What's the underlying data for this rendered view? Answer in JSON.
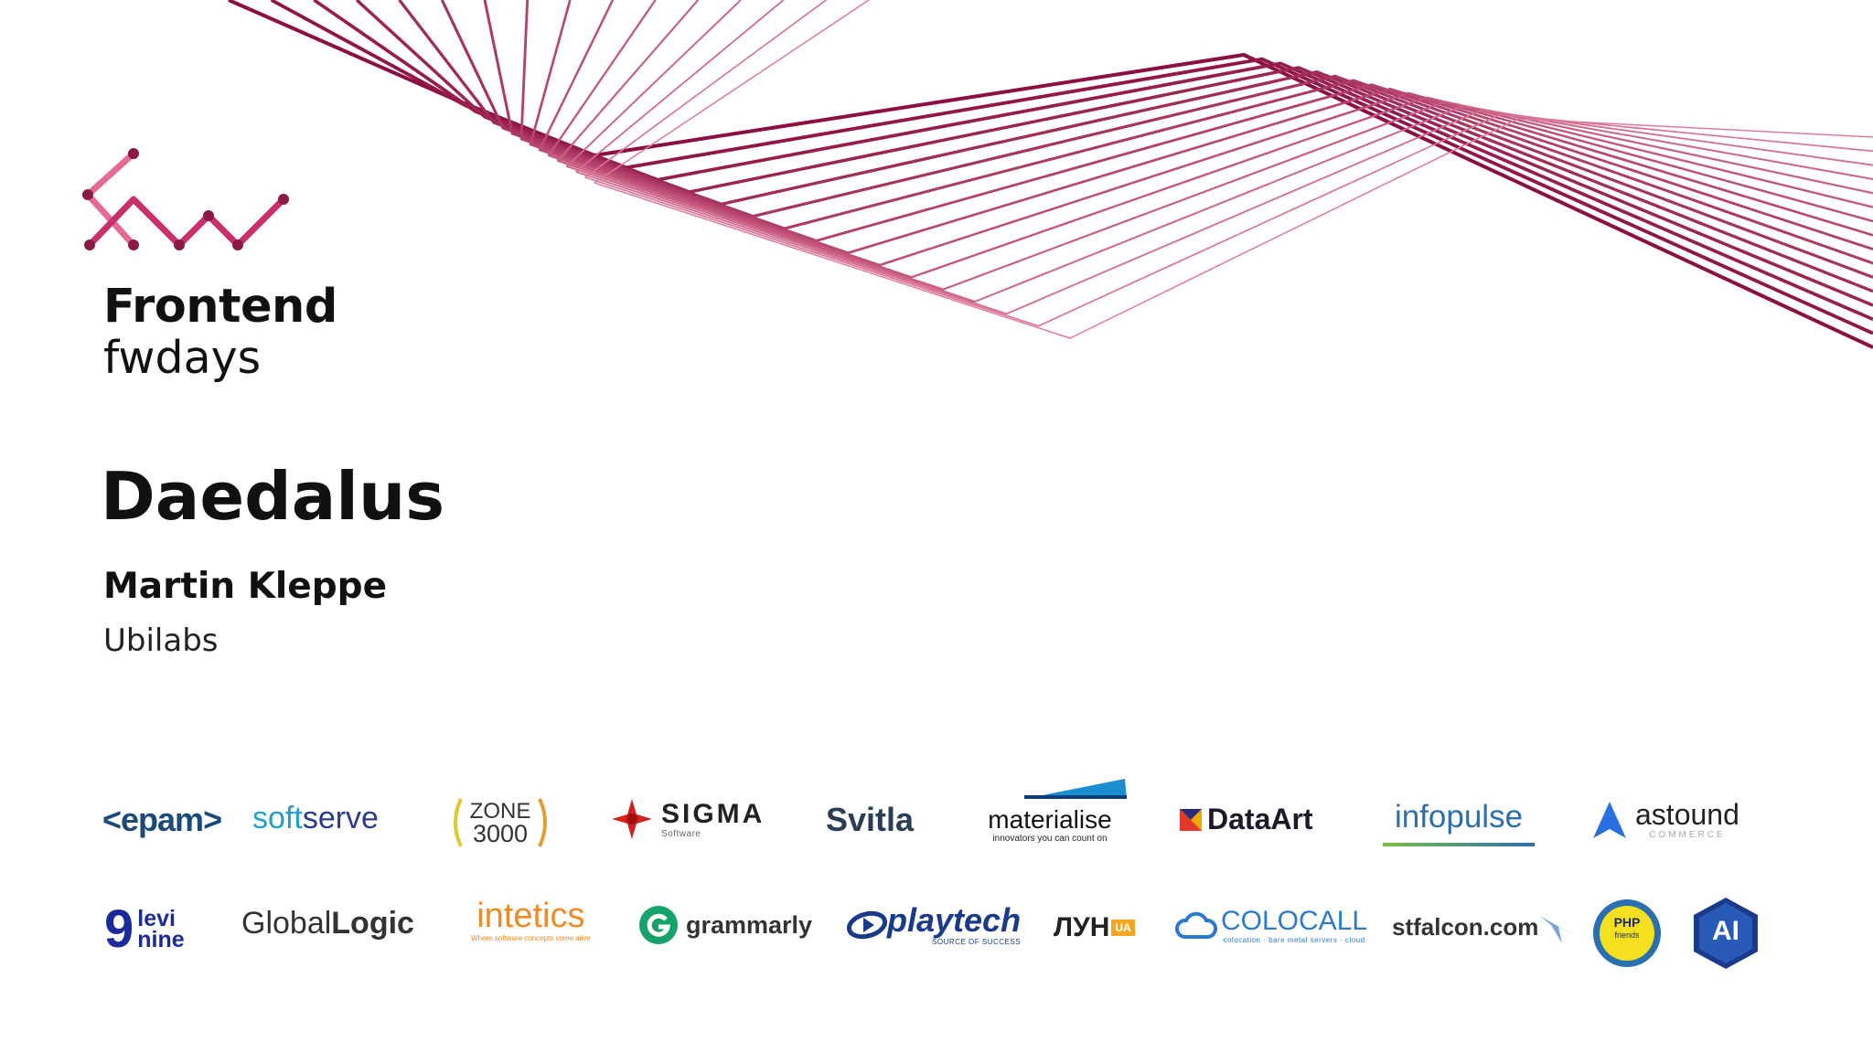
{
  "brand": {
    "line1": "Frontend",
    "line2": "fwdays"
  },
  "talk": {
    "title": "Daedalus",
    "speaker": "Martin Kleppe",
    "company": "Ubilabs"
  },
  "colors": {
    "line_dark": "#8b0f40",
    "line_light": "#e07a9c",
    "logo_pink": "#d43a78"
  },
  "sponsors": {
    "epam": "<epam>",
    "softserve_a": "soft",
    "softserve_b": "serve",
    "zone3000_a": "ZONE",
    "zone3000_b": "3000",
    "sigma": "SIGMA",
    "sigma_sub": "Software",
    "svitla": "Svitla",
    "materialise": "materialise",
    "materialise_sub": "innovators you can count on",
    "dataart": "DataArt",
    "infopulse": "infopulse",
    "astound": "astound",
    "astound_sub": "COMMERCE",
    "levi_a": "levi",
    "levi_b": "nine",
    "globallogic_a": "Global",
    "globallogic_b": "Logic",
    "intetics": "intetics",
    "intetics_sub": "Where software concepts come alive",
    "grammarly": "grammarly",
    "playtech": "playtech",
    "playtech_sub": "SOURCE OF SUCCESS",
    "lun": "ЛУН",
    "lun_badge": "UA",
    "colocall": "COLOCALL",
    "colocall_sub": "colocation · bare metal servers · cloud",
    "stfalcon": "stfalcon.com",
    "php_a": "PHP",
    "php_b": "friends",
    "ai": "AI"
  }
}
